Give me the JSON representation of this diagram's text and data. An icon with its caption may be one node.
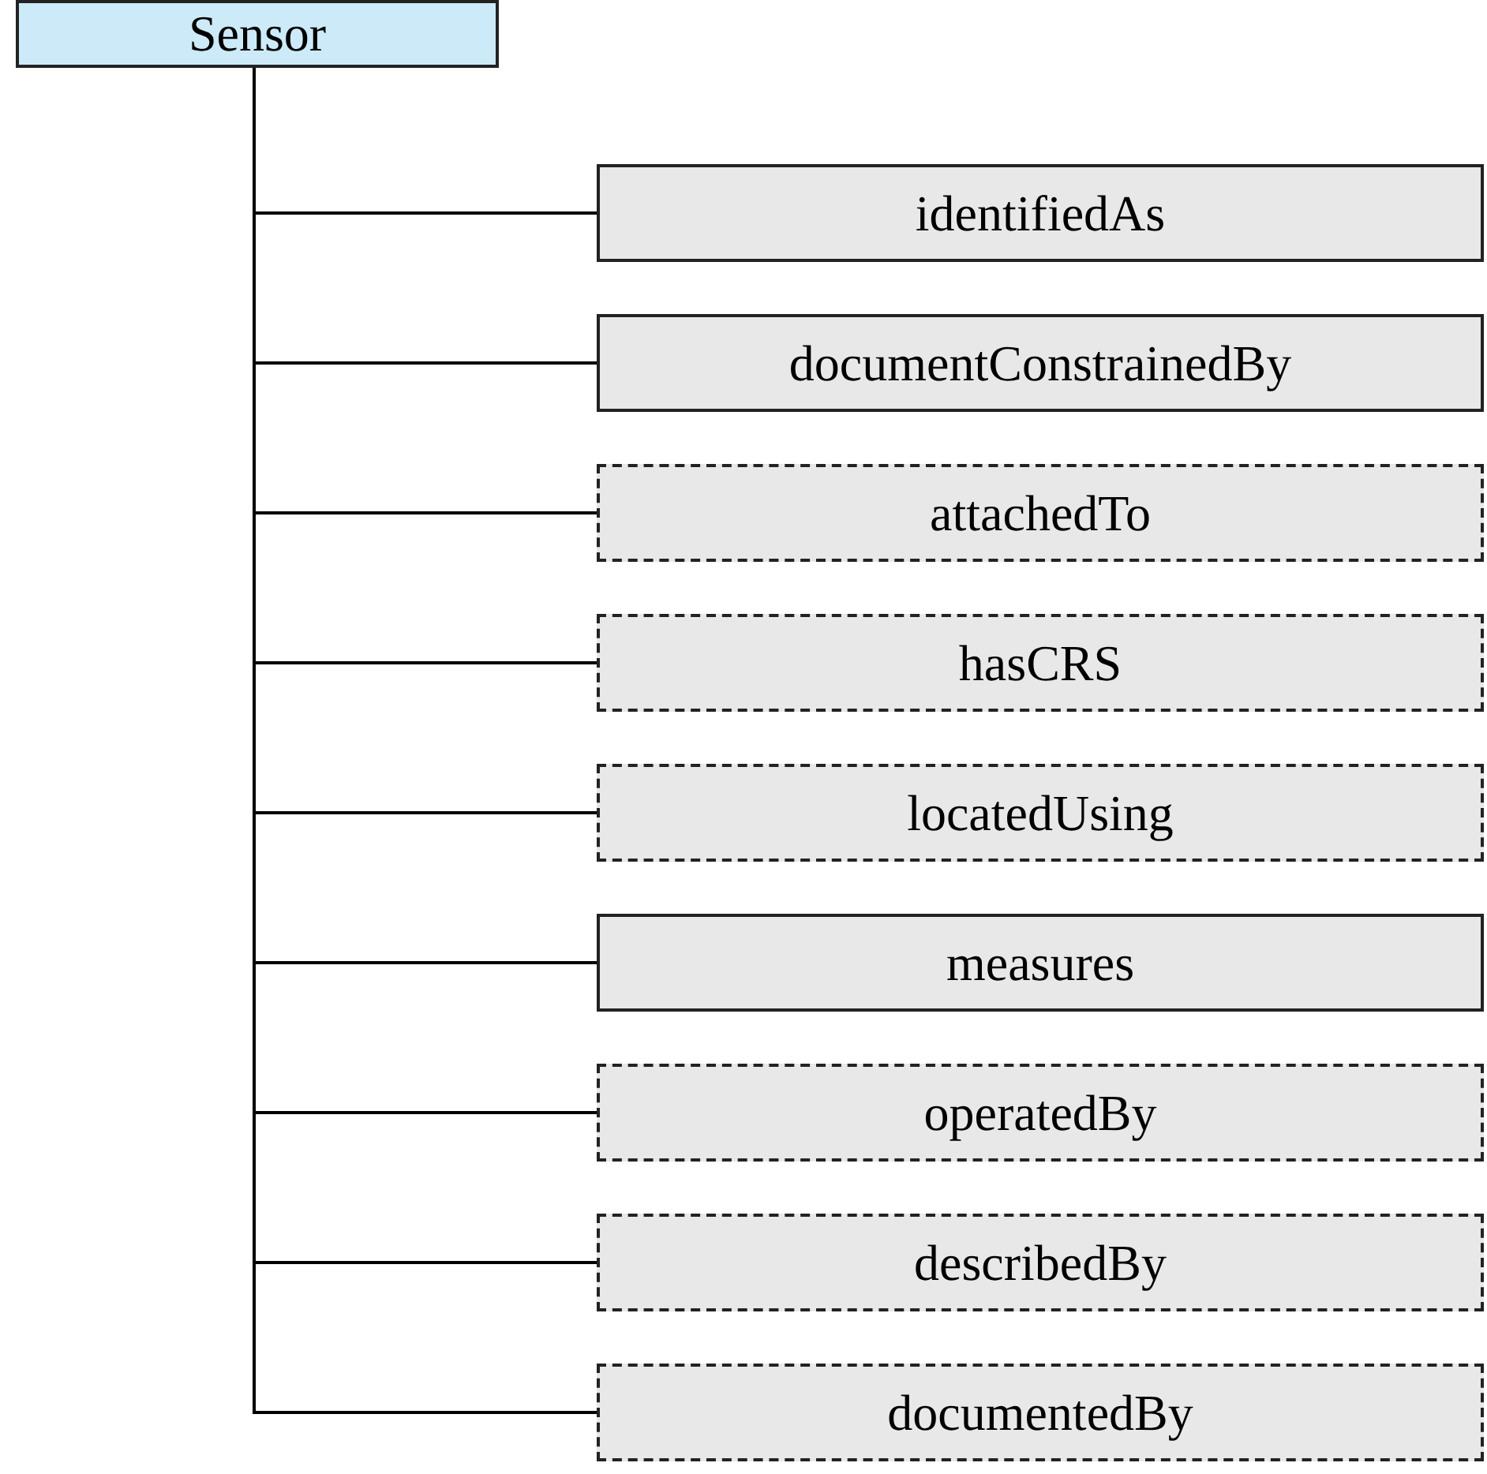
{
  "diagram": {
    "nodes": [
      {
        "text": [
          "Sensor"
        ]
      },
      {
        "text": [
          "identifiedAs"
        ]
      },
      {
        "text": [
          "documentConstrainedBy"
        ]
      },
      {
        "text": [
          "attachedTo"
        ]
      },
      {
        "text": [
          "hasCRS"
        ]
      },
      {
        "text": [
          "locatedUsing"
        ]
      },
      {
        "text": [
          "measures"
        ]
      },
      {
        "text": [
          "operatedBy"
        ]
      },
      {
        "text": [
          "describedBy"
        ]
      },
      {
        "text": [
          "documentedBy"
        ]
      }
    ],
    "edges": [
      {
        "from": 0,
        "to": 1,
        "arrow": "none"
      },
      {
        "from": 0,
        "to": 2,
        "arrow": "none"
      },
      {
        "from": 0,
        "to": 3,
        "arrow": "none"
      },
      {
        "from": 0,
        "to": 4,
        "arrow": "none"
      },
      {
        "from": 0,
        "to": 5,
        "arrow": "none"
      },
      {
        "from": 0,
        "to": 6,
        "arrow": "none"
      },
      {
        "from": 0,
        "to": 7,
        "arrow": "none"
      },
      {
        "from": 0,
        "to": 8,
        "arrow": "none"
      },
      {
        "from": 0,
        "to": 9,
        "arrow": "none"
      }
    ]
  }
}
